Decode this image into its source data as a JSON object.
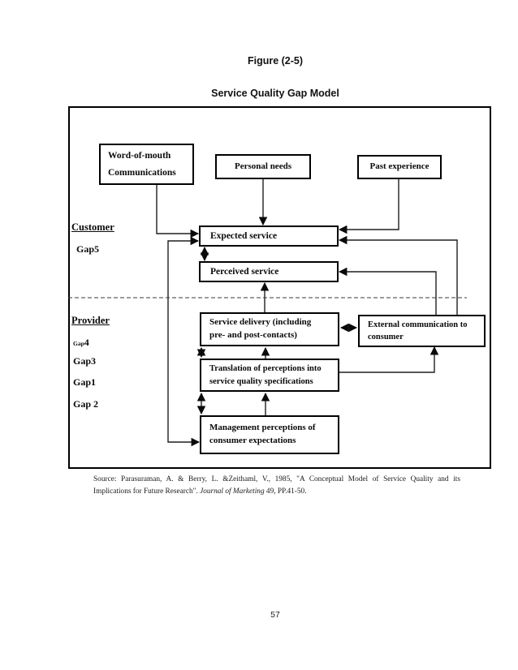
{
  "page": {
    "figure_label": "Figure (2-5)",
    "figure_title": "Service Quality Gap Model",
    "page_number": "57"
  },
  "labels": {
    "customer": "Customer",
    "gap5": "Gap5",
    "provider": "Provider",
    "gap4_prefix": "Gap",
    "gap4_number": "4",
    "gap3": "Gap3",
    "gap1": "Gap1",
    "gap2": "Gap 2"
  },
  "boxes": {
    "word_of_mouth": {
      "line1": "Word-of-mouth",
      "line2": "Communications"
    },
    "personal_needs": {
      "line1": "Personal needs"
    },
    "past_experience": {
      "line1": "Past experience"
    },
    "expected_service": {
      "line1": "Expected service"
    },
    "perceived_service": {
      "line1": "Perceived service"
    },
    "service_delivery": {
      "line1": "Service delivery (including",
      "line2": "pre- and post-contacts)"
    },
    "external_communication": {
      "line1": "External communication to",
      "line2": "consumer"
    },
    "translation": {
      "line1": "Translation of perceptions into",
      "line2": "service quality specifications"
    },
    "management": {
      "line1": "Management perceptions of",
      "line2": "consumer expectations"
    }
  },
  "source": {
    "line1": "Source: Parasuraman, A. & Berry, L. &Zeithaml, V., 1985, \"A Conceptual Model of Service Quality and its",
    "line2_before": "Implications for Future Research\". ",
    "journal_italic": "Journal of Marketing",
    "line2_after": " 49, PP.41-50."
  },
  "colors": {
    "ink": "#000000",
    "paper": "#ffffff"
  }
}
